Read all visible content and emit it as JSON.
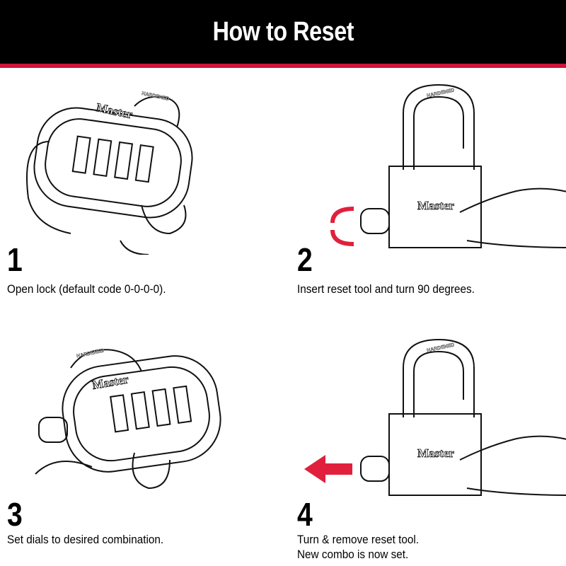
{
  "header": {
    "title": "How to Reset"
  },
  "colors": {
    "header_bg": "#000000",
    "accent": "#d0143a"
  },
  "brand_text": "Master",
  "shackle_text": "HARDENED",
  "steps": [
    {
      "number": "1",
      "text": "Open lock (default code 0-0-0-0).",
      "illustration": "open-lock-icon"
    },
    {
      "number": "2",
      "text": "Insert reset tool and turn 90 degrees.",
      "illustration": "rotate-arrow-icon"
    },
    {
      "number": "3",
      "text": "Set dials to desired combination.",
      "illustration": "dial-icon"
    },
    {
      "number": "4",
      "text": "Turn & remove reset tool.",
      "text2": "New combo is now set.",
      "illustration": "left-arrow-icon"
    }
  ]
}
